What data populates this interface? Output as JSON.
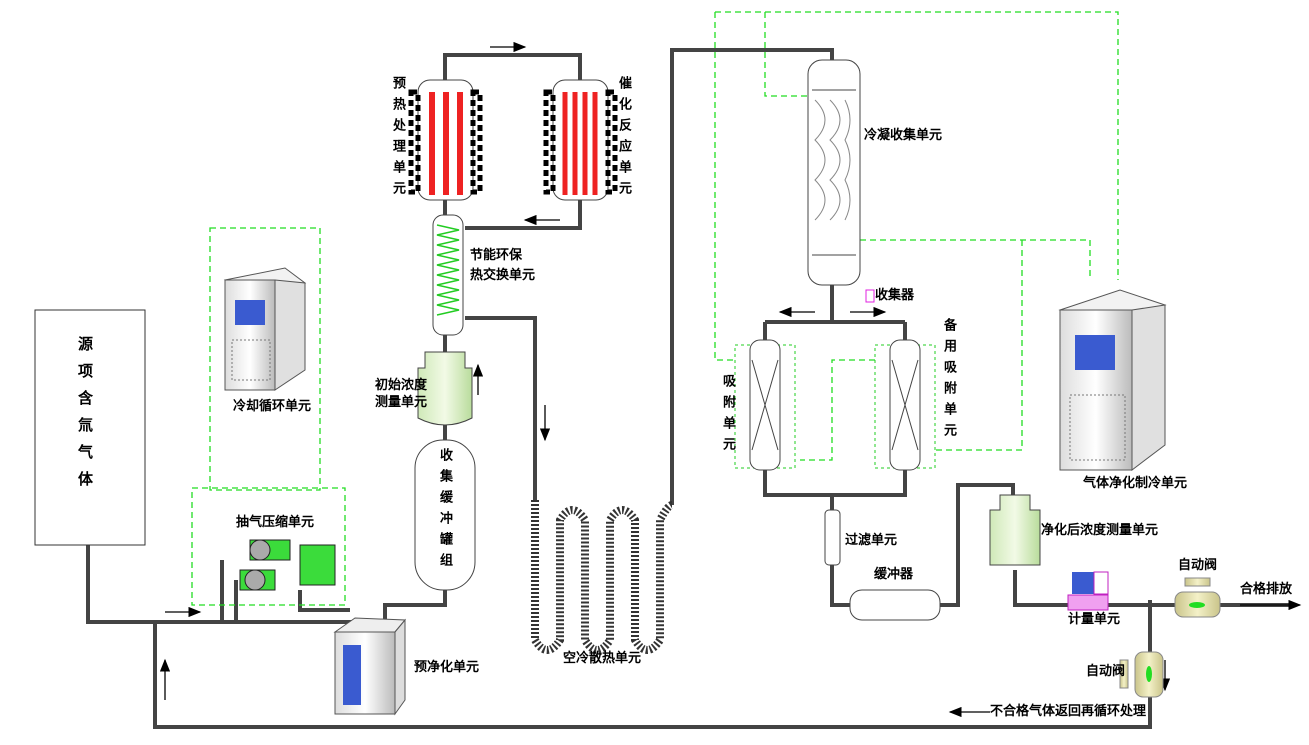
{
  "labels": {
    "source": "源项含氚气体",
    "cooling": "冷却循环单元",
    "compressor": "抽气压缩单元",
    "pre_purification": "预净化单元",
    "buffer_tanks": "收集缓冲罐组",
    "initial_concentration": "初始浓度\n测量单元",
    "heat_exchanger": "节能环保\n热交换单元",
    "preheat": "预热处理单元",
    "catalytic": "催化反应单元",
    "air_cooling": "空冷散热单元",
    "condensation": "冷凝收集单元",
    "collector": "收集器",
    "adsorption": "吸附单元",
    "backup_adsorption": "备用吸附单元",
    "refrigeration": "气体净化制冷单元",
    "filter": "过滤单元",
    "buffer": "缓冲器",
    "post_concentration": "净化后浓度测量单元",
    "meter": "计量单元",
    "valve_1": "自动阀",
    "valve_2": "自动阀",
    "discharge": "合格排放",
    "recycle": "不合格气体返回再循环处理"
  },
  "colors": {
    "pipe": "#444444",
    "coolant_line": "#22dd22",
    "heater": "#ee2222",
    "tank_fill": "#d9f0c0",
    "valve": "#e6e2a8"
  }
}
